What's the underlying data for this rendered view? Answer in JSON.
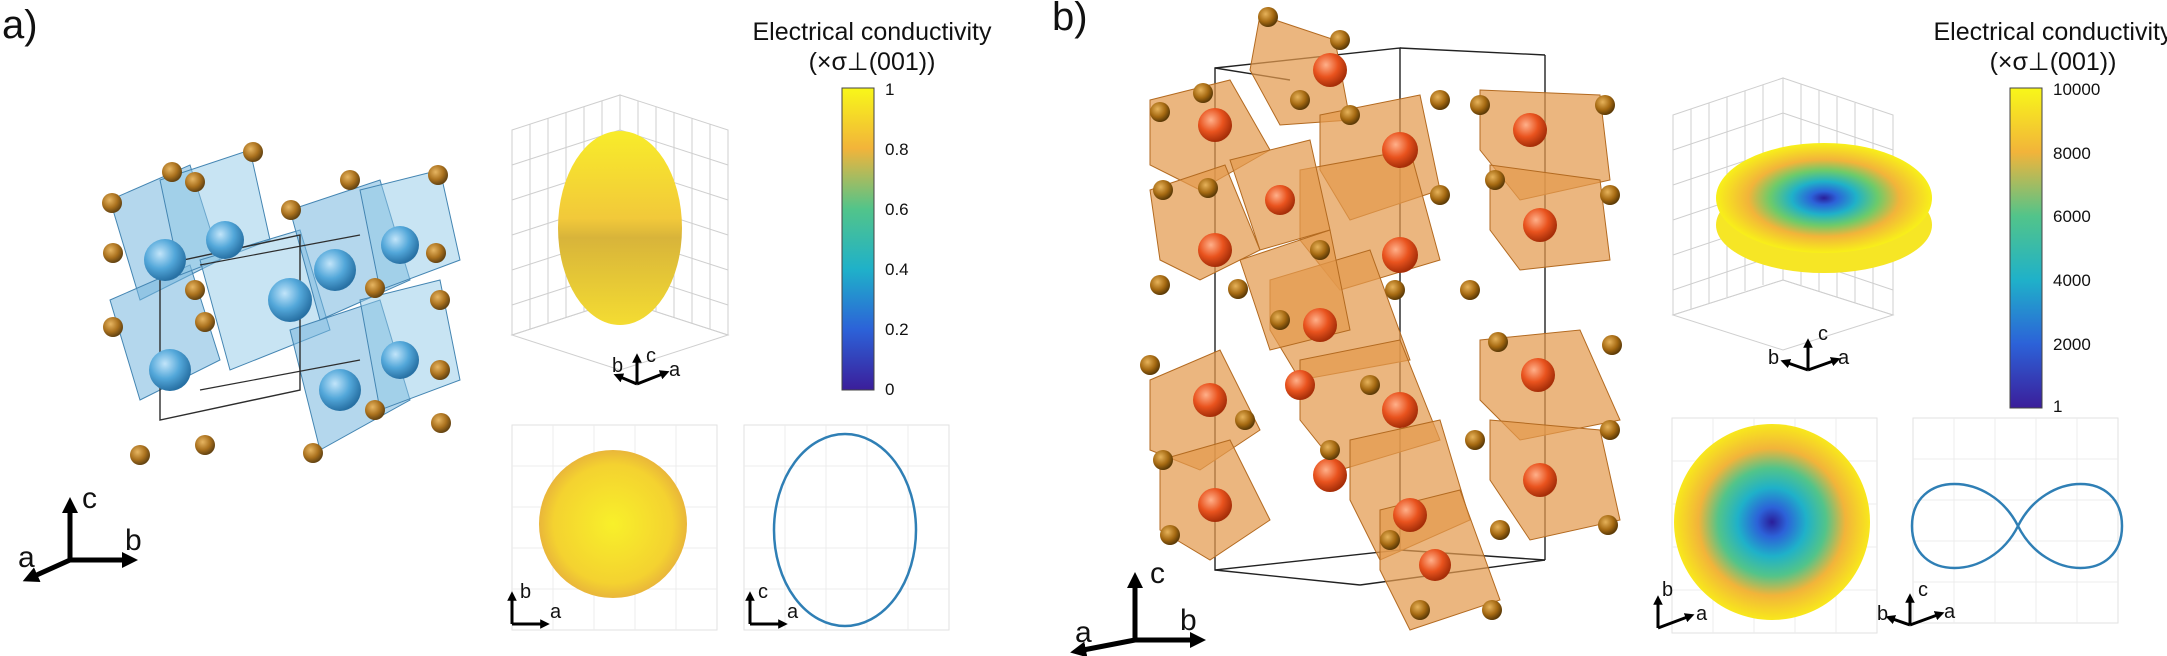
{
  "panel_a": {
    "label": "a)",
    "colorbar": {
      "title": "Electrical conductivity",
      "subtitle": "(×σ⊥(001))",
      "ticks": [
        "0",
        "0.2",
        "0.4",
        "0.6",
        "0.8",
        "1"
      ]
    },
    "axes_crystal": {
      "c": "c",
      "a": "a",
      "b": "b"
    },
    "axes_3d": {
      "c": "c",
      "a": "a",
      "b": "b"
    },
    "axes_top": {
      "b": "b",
      "a": "a"
    },
    "axes_side": {
      "c": "c",
      "a": "a"
    }
  },
  "panel_b": {
    "label": "b)",
    "colorbar": {
      "title": "Electrical conductivity",
      "subtitle": "(×σ⊥(001))",
      "ticks": [
        "10000",
        "8000",
        "6000",
        "4000",
        "2000",
        "1"
      ]
    },
    "axes_crystal": {
      "c": "c",
      "a": "a",
      "b": "b"
    },
    "axes_3d": {
      "c": "c",
      "a": "a",
      "b": "b"
    },
    "axes_top": {
      "b": "b",
      "a": "a"
    },
    "axes_side": {
      "c": "c",
      "b": "b",
      "a": "a"
    }
  },
  "colors": {
    "octahedra_a": "#6fb3dc",
    "octahedra_b": "#e39a4d",
    "ligand_atom": "#a66a12",
    "center_atom_a": "#4aa3d8",
    "center_atom_b": "#e9531e",
    "surface_yellow": "#f6d23a",
    "outline_blue": "#2f7fb5"
  }
}
